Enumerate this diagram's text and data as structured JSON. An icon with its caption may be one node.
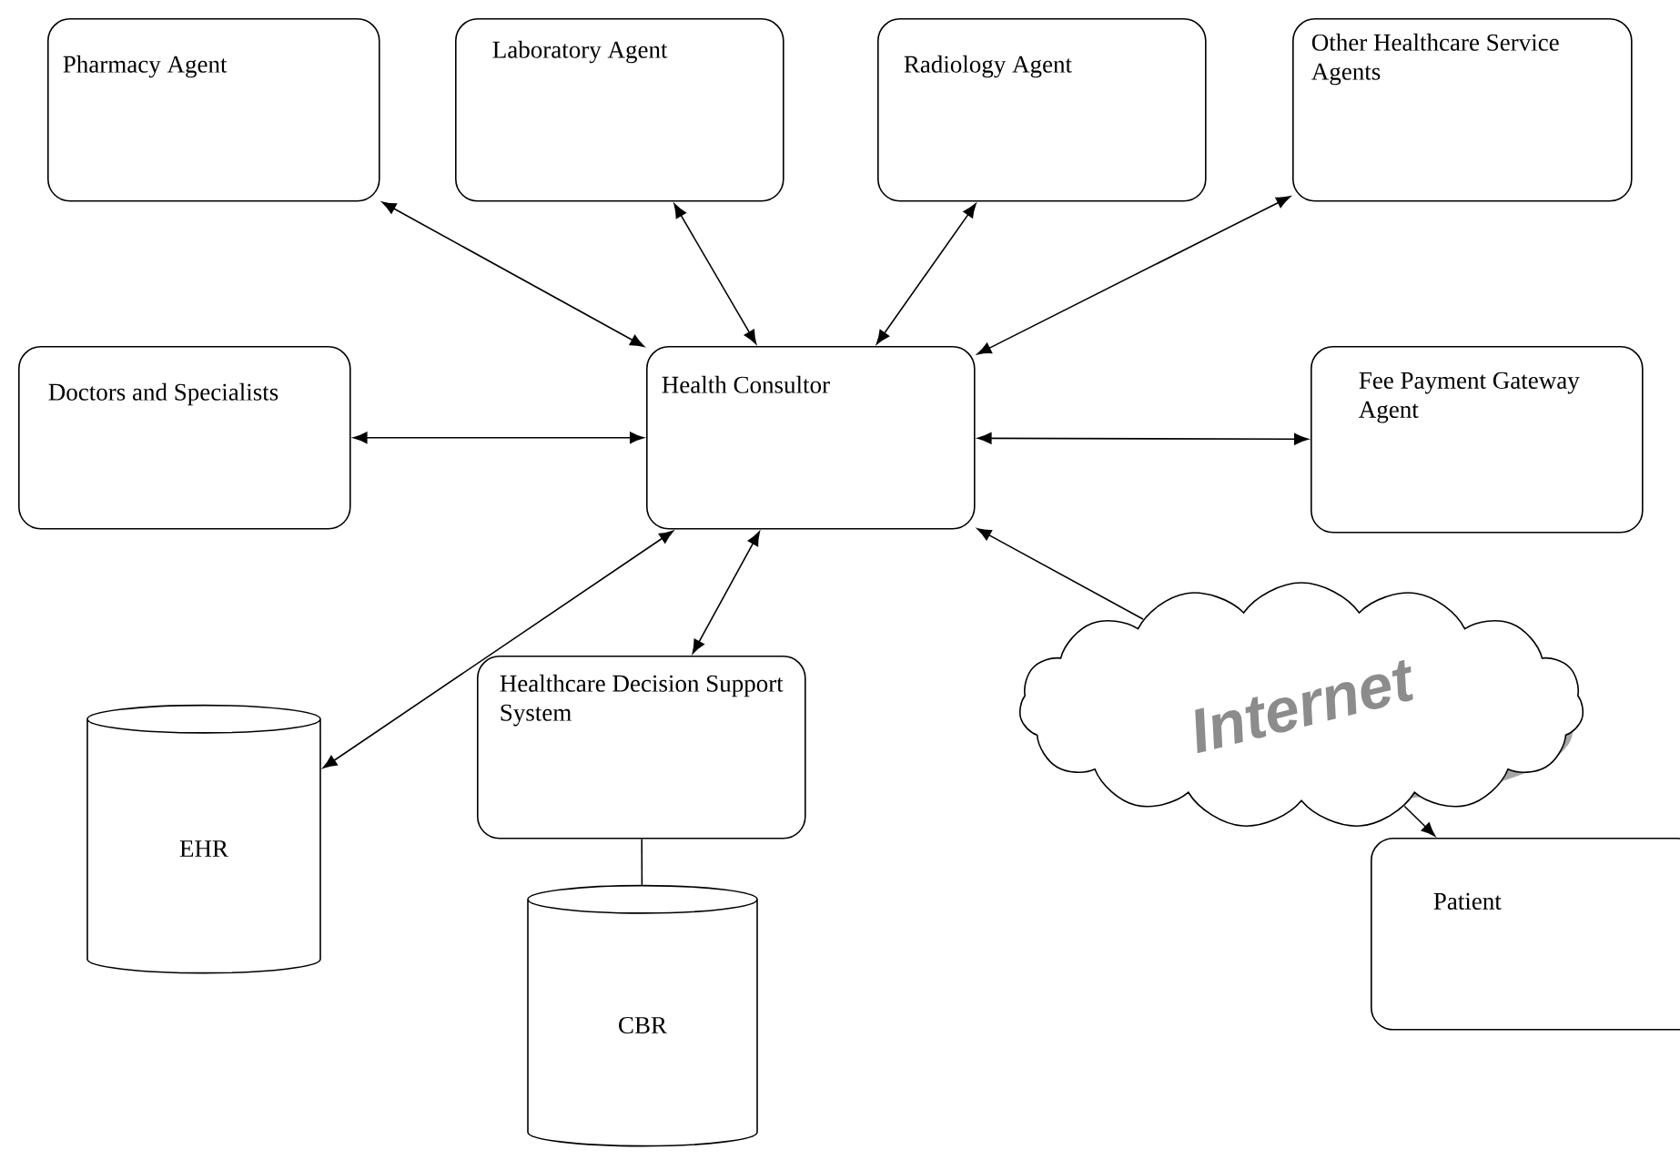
{
  "diagram": {
    "nodes": [
      {
        "text": [
          "Pharmacy Agent"
        ]
      },
      {
        "text": [
          "Laboratory Agent"
        ]
      },
      {
        "text": [
          "Radiology Agent"
        ]
      },
      {
        "text": [
          "Other Healthcare Service Agents"
        ]
      },
      {
        "text": [
          "Doctors and Specialists"
        ]
      },
      {
        "text": [
          "Health Consultor"
        ]
      },
      {
        "text": [
          "Fee Payment Gateway Agent"
        ]
      },
      {
        "text": [
          "EHR"
        ]
      },
      {
        "text": [
          "Healthcare Decision Support System"
        ]
      },
      {
        "text": [
          "CBR"
        ]
      },
      {
        "text": [
          "Internet"
        ]
      },
      {
        "text": [
          "Patient"
        ]
      }
    ],
    "edges": [
      {
        "from": 5,
        "to": 0,
        "arrow": "both"
      },
      {
        "from": 5,
        "to": 1,
        "arrow": "both"
      },
      {
        "from": 5,
        "to": 2,
        "arrow": "both"
      },
      {
        "from": 5,
        "to": 3,
        "arrow": "both"
      },
      {
        "from": 5,
        "to": 4,
        "arrow": "both"
      },
      {
        "from": 5,
        "to": 6,
        "arrow": "both"
      },
      {
        "from": 5,
        "to": 7,
        "arrow": "both"
      },
      {
        "from": 5,
        "to": 8,
        "arrow": "both"
      },
      {
        "from": 8,
        "to": 9,
        "arrow": "none"
      },
      {
        "from": 10,
        "to": 5,
        "arrow": "to"
      },
      {
        "from": 10,
        "to": 11,
        "arrow": "to"
      }
    ]
  }
}
